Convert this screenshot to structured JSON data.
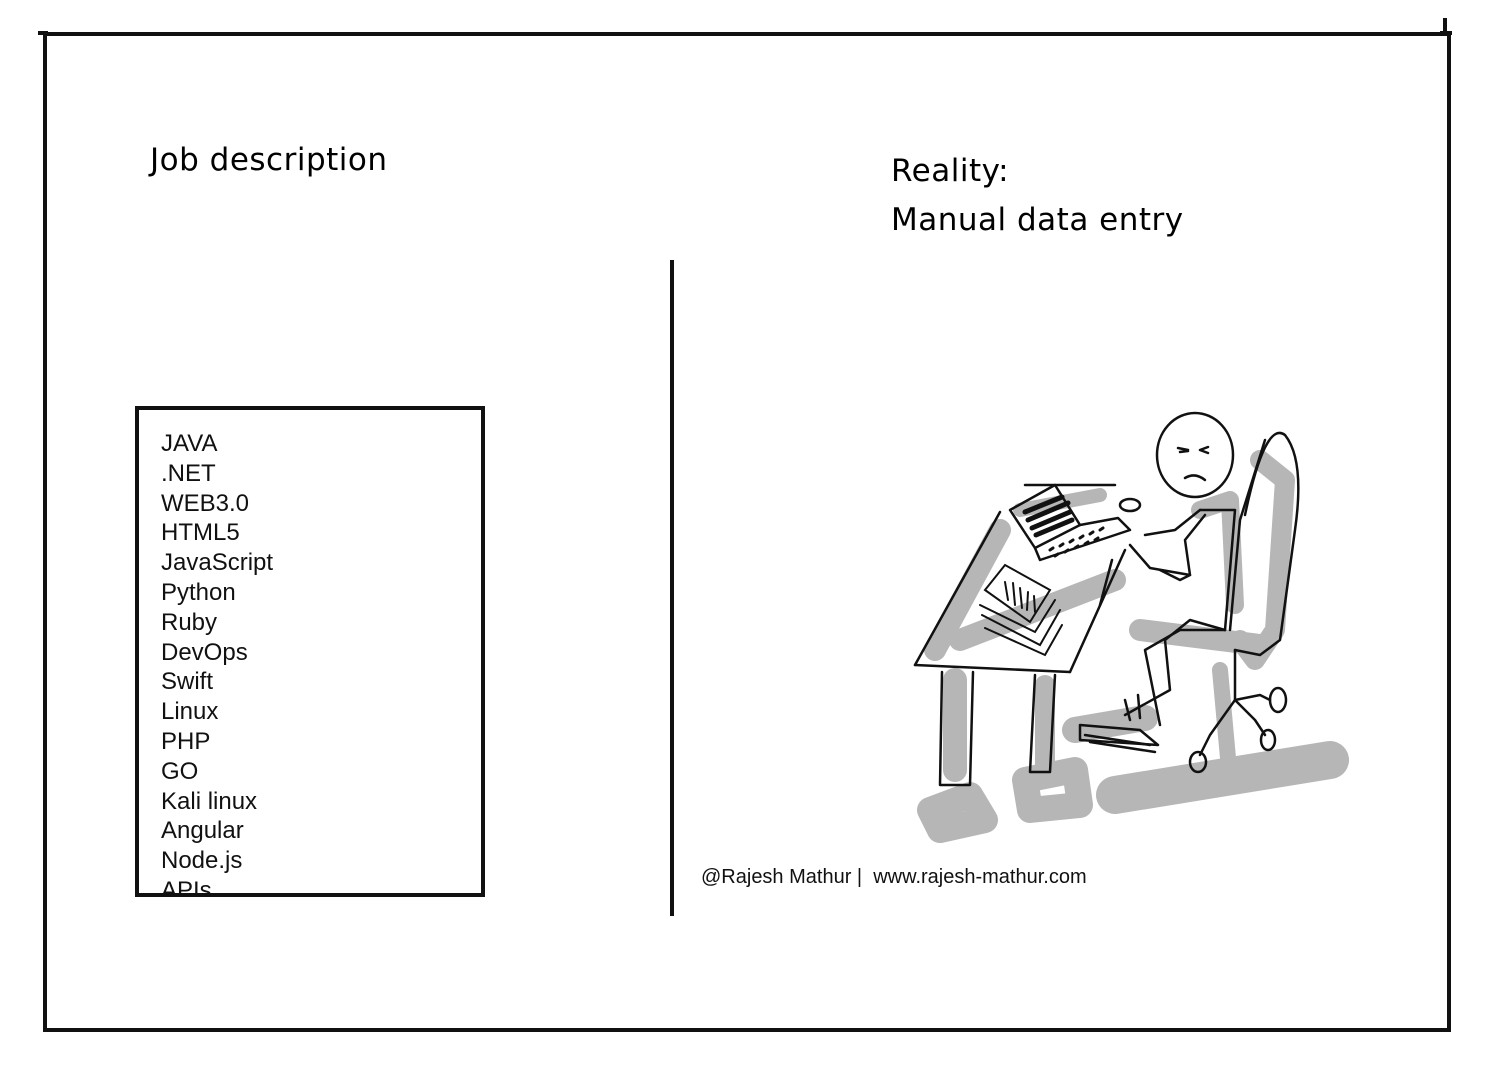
{
  "job": {
    "heading": "Job description",
    "skills": [
      "JAVA",
      ".NET",
      "WEB3.0",
      "HTML5",
      "JavaScript",
      "Python",
      "Ruby",
      "DevOps",
      "Swift",
      "Linux",
      "PHP",
      "GO",
      "Kali linux",
      "Angular",
      "Node.js",
      "APIs"
    ]
  },
  "reality": {
    "line1": "Reality:",
    "line2": "Manual data entry"
  },
  "credit": "@Rajesh Mathur |  www.rajesh-mathur.com",
  "illustration": {
    "subject": "stick-figure-at-desk-with-laptop-icon"
  }
}
